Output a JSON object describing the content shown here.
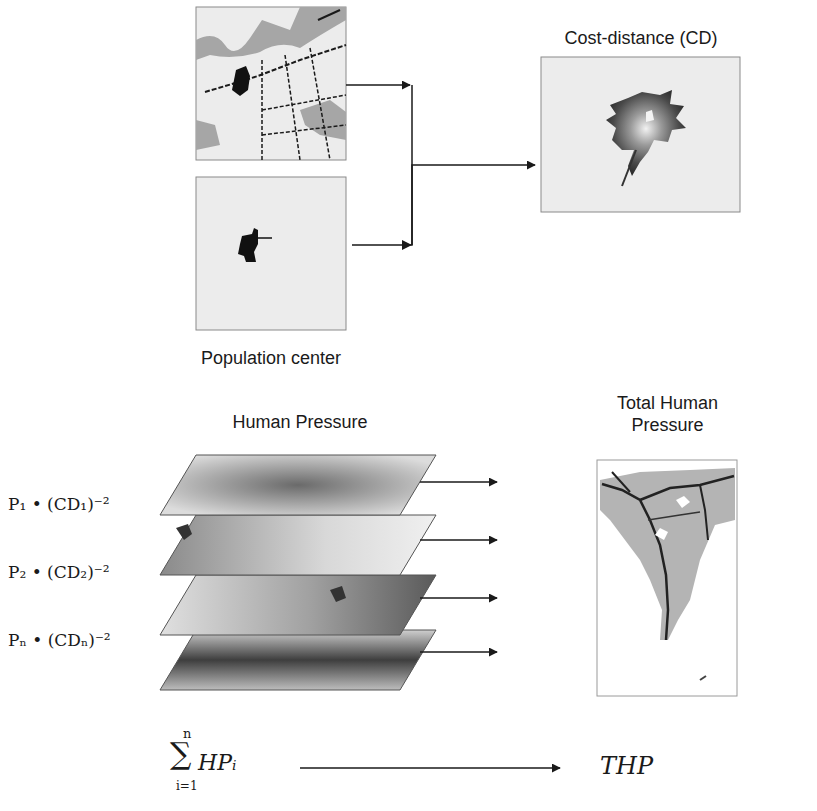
{
  "diagram": {
    "nodes": [
      {
        "text": [
          "Cost-distance (CD)"
        ]
      },
      {
        "text": [
          "Population center"
        ]
      },
      {
        "text": [
          "Human Pressure"
        ]
      },
      {
        "text": [
          "Total Human Pressure"
        ]
      }
    ],
    "edges": [
      {
        "from": 1,
        "to": 0,
        "arrow": "to"
      }
    ],
    "labels": [
      "P₁ • (CD₁)⁻²",
      "P₂ • (CD₂)⁻²",
      "Pₙ • (CDₙ)⁻²",
      "n",
      "∑",
      "i=1",
      "HPᵢ",
      "THP"
    ]
  }
}
